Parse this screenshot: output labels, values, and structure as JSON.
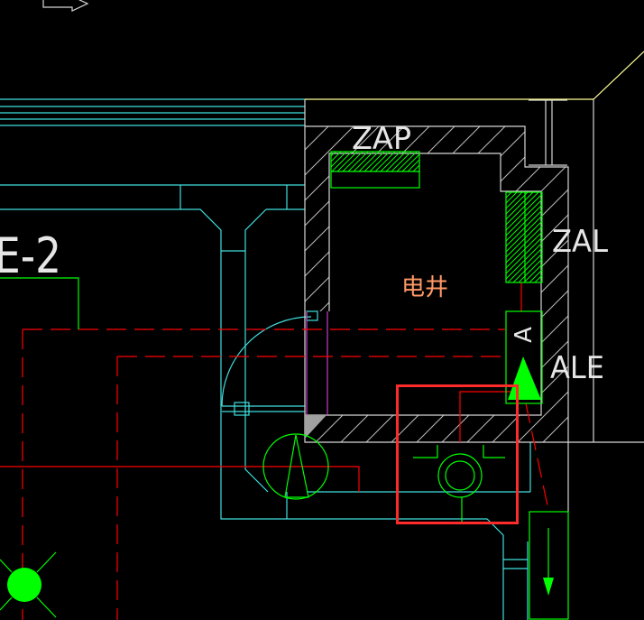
{
  "labels": {
    "panel_zap": "ZAP",
    "panel_zal": "ZAL",
    "panel_ale": "ALE",
    "room_name": "电井",
    "panel_a": "A",
    "grid_ref": "E-2"
  },
  "colors": {
    "bg": "#000000",
    "wall": "#d6d6d6",
    "duct": "#40e0e0",
    "green": "#00ff00",
    "red": "#ff0000",
    "highlight": "#ff2a2a",
    "yellow": "#ffff99",
    "magenta": "#c040c0",
    "text": "#e6e6e6",
    "room_label": "#ff9966",
    "hatch": "#bdbdbd",
    "corner_fill": "#a0a0a0"
  },
  "icons": {
    "fixture_left": "circle-triangle-icon",
    "fixture_right": "double-circle-icon",
    "light_bottom_left": "filled-circle-rays-icon",
    "riser_arrow": "arrow-down-icon",
    "direction_arrow": "arrow-right-icon"
  }
}
